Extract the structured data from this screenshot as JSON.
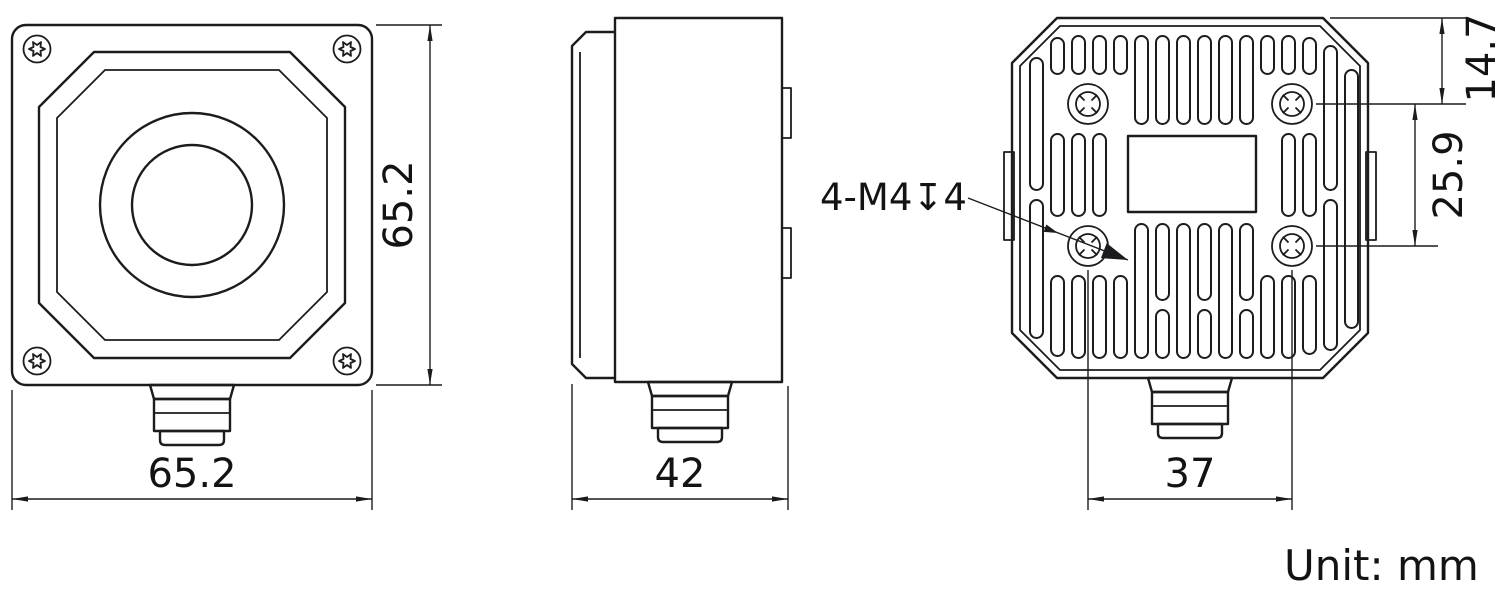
{
  "page": {
    "unit_label": "Unit: mm"
  },
  "views": {
    "front": {
      "width_dim": "65.2",
      "height_dim": "65.2"
    },
    "side": {
      "depth_dim": "42"
    },
    "back": {
      "thread_callout": "4-M4↧4",
      "top_offset_dim": "14.7",
      "hole_vertical_spacing_dim": "25.9",
      "hole_horizontal_spacing_dim": "37"
    }
  },
  "colors": {
    "line": "#1c1c1e",
    "background": "#ffffff"
  }
}
